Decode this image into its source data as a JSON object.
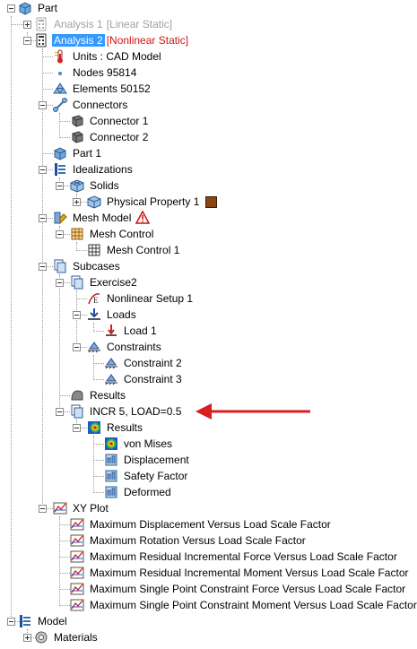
{
  "tree": {
    "part": "Part",
    "analysis1": {
      "name": "Analysis 1",
      "type": "[Linear Static]"
    },
    "analysis2": {
      "name": "Analysis 2",
      "type": "[Nonlinear Static]"
    },
    "units": "Units : CAD Model",
    "nodes": "Nodes 95814",
    "elements": "Elements 50152",
    "connectors": {
      "label": "Connectors",
      "items": [
        "Connector 1",
        "Connector 2"
      ]
    },
    "part1": "Part 1",
    "idealizations": "Idealizations",
    "solids": "Solids",
    "physical_property": "Physical Property 1",
    "physical_property_color": "#8b4513",
    "mesh_model": "Mesh Model",
    "mesh_control": "Mesh Control",
    "mesh_control_1": "Mesh Control 1",
    "subcases": "Subcases",
    "exercise2": "Exercise2",
    "nonlinear_setup": "Nonlinear Setup 1",
    "loads": "Loads",
    "load1": "Load 1",
    "constraints": "Constraints",
    "constraint2": "Constraint 2",
    "constraint3": "Constraint 3",
    "results_disabled": "Results",
    "incr5": "INCR 5, LOAD=0.5",
    "results": "Results",
    "result_items": [
      "von Mises",
      "Displacement",
      "Safety Factor",
      "Deformed"
    ],
    "xy_plot": "XY Plot",
    "xy_items": [
      "Maximum Displacement Versus Load Scale Factor",
      "Maximum Rotation Versus Load Scale Factor",
      "Maximum Residual Incremental Force Versus Load Scale Factor",
      "Maximum Residual Incremental Moment Versus Load Scale Factor",
      "Maximum Single Point Constraint Force Versus Load Scale Factor",
      "Maximum Single Point Constraint Moment Versus Load Scale Factor"
    ],
    "model": "Model",
    "materials": "Materials"
  },
  "annotation": {
    "arrow_color": "#d42020"
  }
}
